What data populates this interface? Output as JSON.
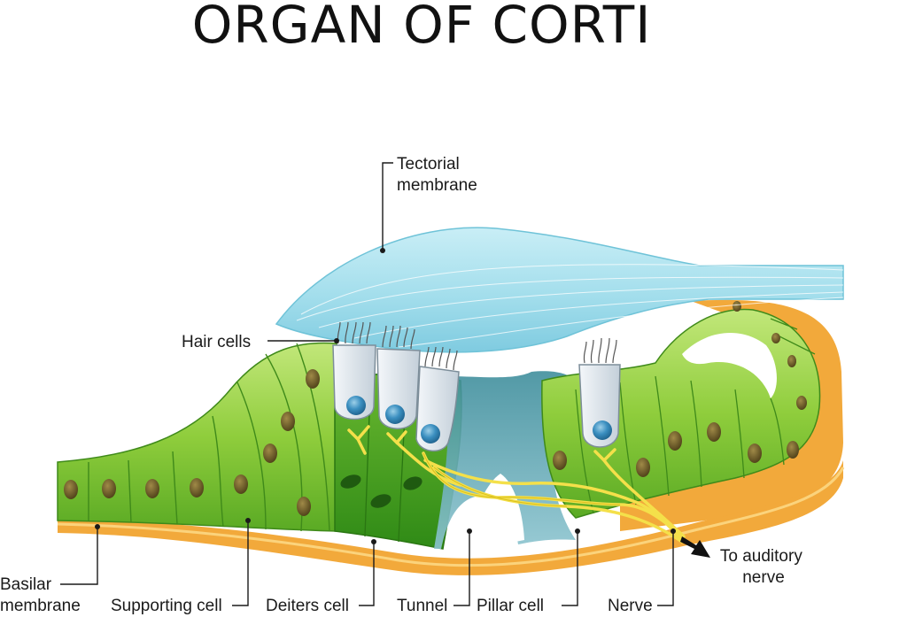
{
  "title": "ORGAN OF CORTI",
  "labels": {
    "tectorial_membrane": [
      "Tectorial",
      "membrane"
    ],
    "hair_cells": "Hair cells",
    "basilar_membrane": [
      "Basilar",
      "membrane"
    ],
    "supporting_cell": "Supporting cell",
    "deiters_cell": "Deiters cell",
    "tunnel": "Tunnel",
    "pillar_cell": "Pillar cell",
    "nerve": "Nerve",
    "to_auditory_nerve": [
      "To auditory",
      "nerve"
    ]
  },
  "colors": {
    "tectorial": "#9fdcec",
    "tectorial_edge": "#6fc3d8",
    "cell_light": "#a9dc55",
    "cell_mid": "#7cc232",
    "cell_dark": "#3f9a1e",
    "nucleus": "#6b5a2a",
    "basilar": "#f2a93b",
    "pillar": "#6aa9b5",
    "hair_cell_body": "#dfe7ee",
    "hair_cell_nucleus": "#3a8fbf",
    "nerve_fiber": "#f4e04a"
  }
}
